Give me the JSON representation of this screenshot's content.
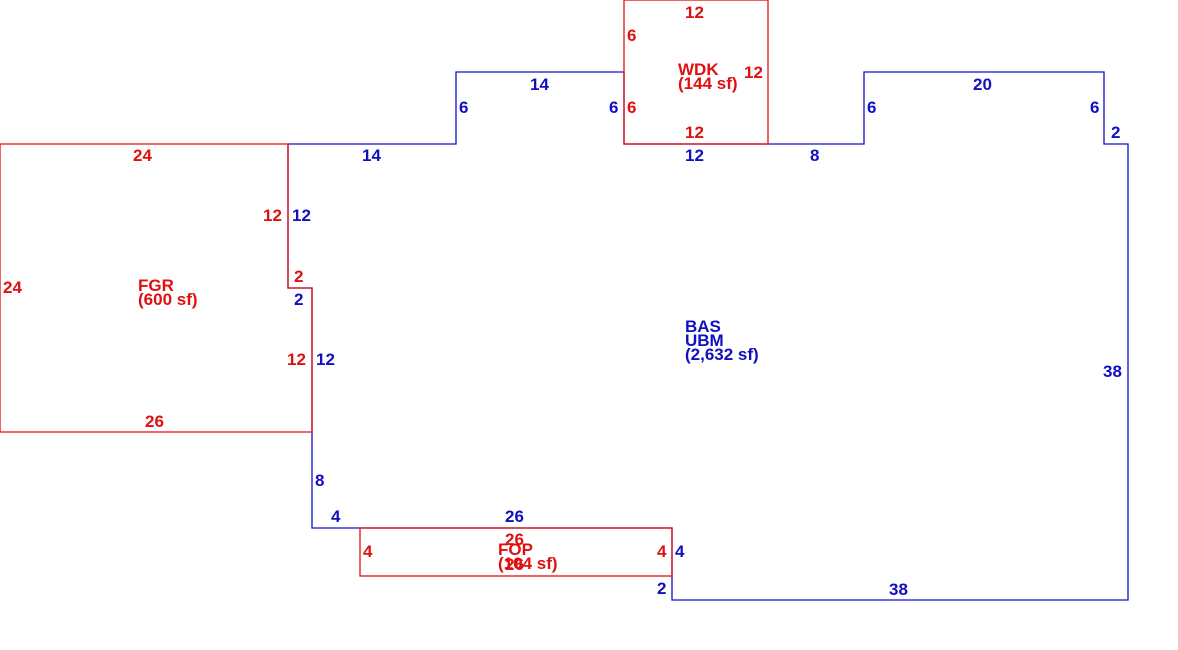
{
  "colors": {
    "red": "#e01010",
    "blue": "#1010c0"
  },
  "areas": {
    "bas": {
      "code": "BAS",
      "code2": "UBM",
      "size": "(2,632 sf)"
    },
    "fgr": {
      "code": "FGR",
      "size": "(600 sf)"
    },
    "wdk": {
      "code": "WDK",
      "size": "(144 sf)"
    },
    "fop": {
      "code": "FOP",
      "size": "(104 sf)"
    }
  },
  "dimensions": {
    "wdk_top": "12",
    "wdk_left_upper": "6",
    "wdk_right": "12",
    "wdk_left_lower": "6",
    "wdk_bottom": "12",
    "bas_left_of_wdk": "6",
    "bas_below_wdk": "12",
    "bas_top_14_upper": "14",
    "bas_left_6": "6",
    "bas_top_14_lower": "14",
    "bas_top_8": "8",
    "bas_right_step_6": "6",
    "bas_top_20": "20",
    "bas_far_right_6": "6",
    "bas_right_2": "2",
    "bas_right_38": "38",
    "bas_bottom_38": "38",
    "bas_bottom_step_2": "2",
    "bas_right_4": "4",
    "bas_bottom_26": "26",
    "bas_left_4": "4",
    "bas_left_8": "8",
    "bas_inner_12_upper": "12",
    "bas_inner_2": "2",
    "bas_inner_12_lower": "12",
    "fgr_top": "24",
    "fgr_left": "24",
    "fgr_right_12_upper": "12",
    "fgr_right_2": "2",
    "fgr_right_12_lower": "12",
    "fgr_bottom": "26",
    "fop_top": "26",
    "fop_left": "4",
    "fop_right": "4",
    "fop_bottom": "26"
  }
}
